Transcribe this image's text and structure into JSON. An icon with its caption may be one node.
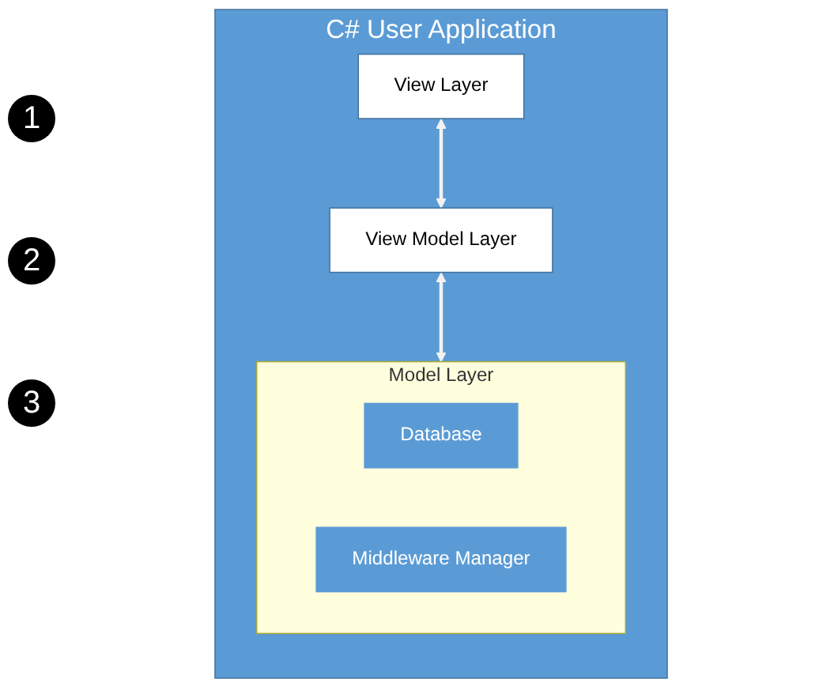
{
  "diagram": {
    "nodes": [
      {
        "text": [
          "C# User Application"
        ]
      },
      {
        "text": [
          "View Layer"
        ],
        "in": 0
      },
      {
        "text": [
          "View Model Layer"
        ],
        "in": 0
      },
      {
        "text": [
          "Model Layer"
        ],
        "in": 0
      },
      {
        "text": [
          "Database"
        ],
        "in": 3
      },
      {
        "text": [
          "Middleware Manager"
        ],
        "in": 3
      }
    ],
    "edges": [
      {
        "from": 1,
        "to": 2,
        "arrow": "both"
      },
      {
        "from": 2,
        "to": 3,
        "arrow": "both"
      }
    ],
    "labels": [
      "1",
      "2",
      "3"
    ]
  }
}
